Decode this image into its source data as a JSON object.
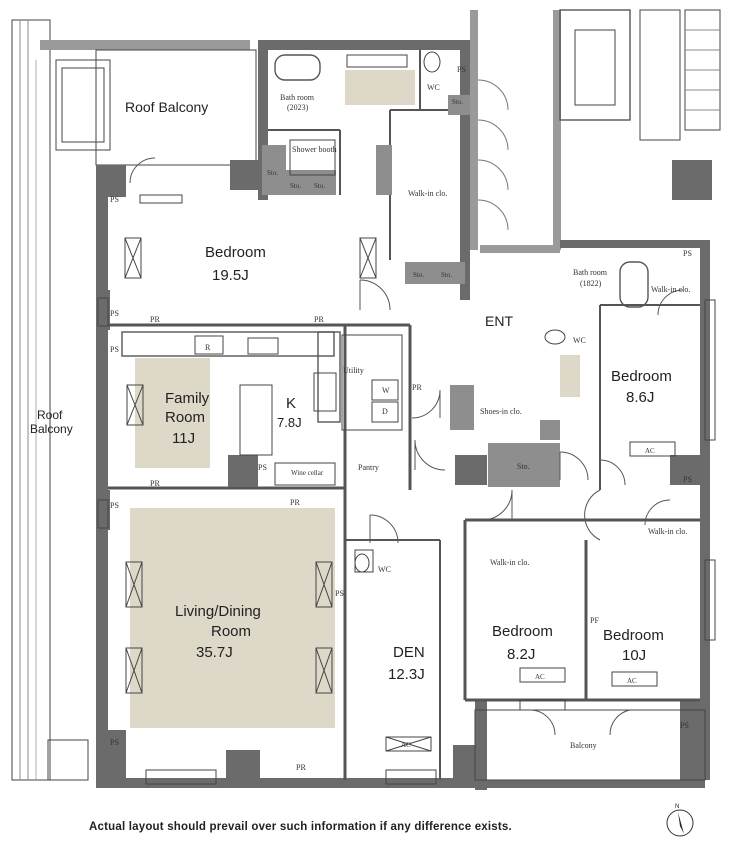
{
  "rooms": {
    "roof_balcony_top": "Roof Balcony",
    "bedroom_main": "Bedroom",
    "bedroom_main_size": "19.5J",
    "family_room_1": "Family",
    "family_room_2": "Room",
    "family_room_size": "11J",
    "kitchen": "K",
    "kitchen_size": "7.8J",
    "roof_balcony_side_1": "Roof",
    "roof_balcony_side_2": "Balcony",
    "living_1": "Living/Dining",
    "living_2": "Room",
    "living_size": "35.7J",
    "den": "DEN",
    "den_size": "12.3J",
    "bedroom_b": "Bedroom",
    "bedroom_b_size": "8.2J",
    "bedroom_c": "Bedroom",
    "bedroom_c_size": "10J",
    "bedroom_d": "Bedroom",
    "bedroom_d_size": "8.6J",
    "entrance": "ENT",
    "balcony": "Balcony"
  },
  "small_labels": {
    "bathroom_1": "Bath room",
    "bathroom_1_size": "(2023)",
    "bathroom_2": "Bath room",
    "bathroom_2_size": "(1822)",
    "shower": "Shower booth",
    "walkin_1": "Walk-in clo.",
    "walkin_2": "Walk-in clo.",
    "walkin_3": "Walk-in clo.",
    "walkin_4": "Walk-in clo.",
    "shoes": "Shoes-in clo.",
    "utility": "Utility",
    "pantry": "Pantry",
    "wine": "Wine cellar",
    "wc": "WC",
    "sto": "Sto.",
    "ps": "PS",
    "pr": "PR",
    "pf": "PF",
    "ac": "AC",
    "r": "R",
    "w": "W",
    "d": "D"
  },
  "note": "Actual layout should prevail over such information if any difference exists."
}
